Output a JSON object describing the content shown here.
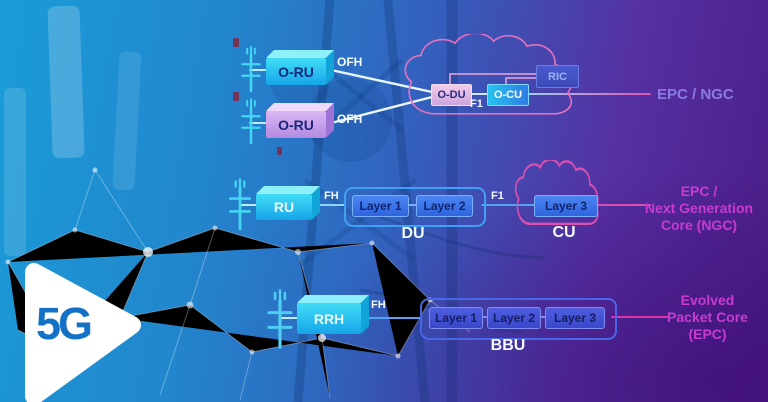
{
  "colors": {
    "background_left": "#1a9cd8",
    "background_right": "#4b1c86",
    "cyan_box": "#2ad0f2",
    "violet_box": "#c2a0e8",
    "blue_layer_box": "#3b6fe0",
    "indigo_layer_box": "#4553d0",
    "cloud_outline_pink": "#e272bd",
    "core_line_magenta": "#d833a8",
    "core_text_magenta": "#c93ad0",
    "core_text_violet": "#8b7ce2",
    "logo_blue": "#1472c6"
  },
  "logo": {
    "label": "5G"
  },
  "oran": {
    "oru_top": "O-RU",
    "oru_bottom": "O-RU",
    "ofh_top": "OFH",
    "ofh_bottom": "OFH",
    "odu": "O-DU",
    "f1": "F1",
    "ocu": "O-CU",
    "ric": "RIC",
    "core": "EPC / NGC"
  },
  "nr": {
    "ru": "RU",
    "fh": "FH",
    "layer1": "Layer 1",
    "layer2": "Layer 2",
    "du": "DU",
    "f1": "F1",
    "layer3": "Layer 3",
    "cu": "CU",
    "core1": "EPC /",
    "core2": "Next Generation",
    "core3": "Core (NGC)"
  },
  "lte": {
    "rrh": "RRH",
    "fh": "FH",
    "layer1": "Layer 1",
    "layer2": "Layer 2",
    "layer3": "Layer 3",
    "bbu": "BBU",
    "core1": "Evolved",
    "core2": "Packet Core",
    "core3": "(EPC)"
  }
}
